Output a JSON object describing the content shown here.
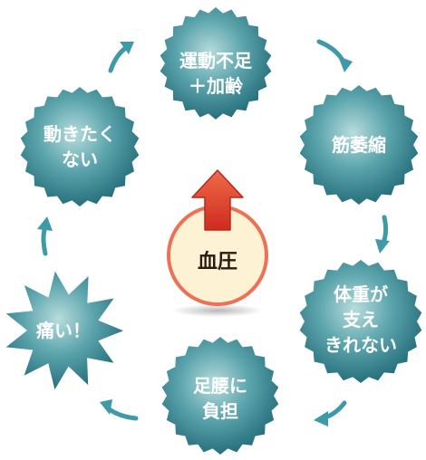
{
  "colors": {
    "node_light": "#b7dcdc",
    "node_mid": "#4f9aa4",
    "node_dark": "#1d6774",
    "arrow": "#3e9aa8",
    "center_fill": "#fdf3d4",
    "center_stroke": "#ee7155",
    "center_arrow": "#e63f2d"
  },
  "nodes": {
    "top": {
      "line1": "運動不足",
      "line2": "＋加齢"
    },
    "right_upper": {
      "line1": "筋萎縮"
    },
    "right_lower": {
      "line1": "体重が",
      "line2": "支え",
      "line3": "きれない"
    },
    "bottom": {
      "line1": "足腰に",
      "line2": "負担"
    },
    "left_lower": {
      "line1": "痛い！"
    },
    "left_upper": {
      "line1": "動きたく",
      "line2": "ない"
    }
  },
  "center": {
    "label": "血圧",
    "arrow_direction": "up",
    "arrow_icon": "up-arrow-icon"
  }
}
